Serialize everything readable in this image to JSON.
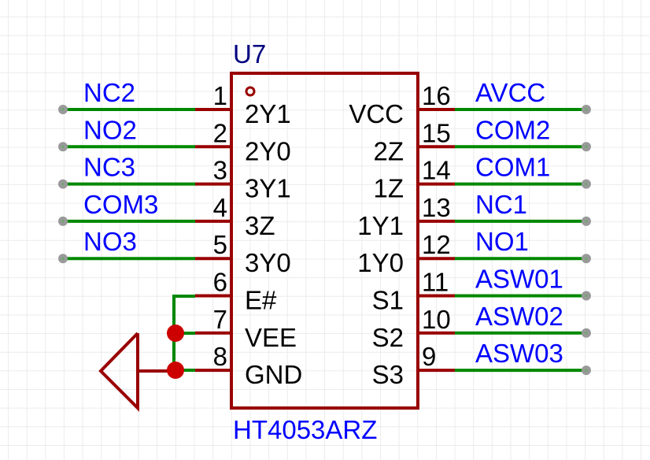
{
  "component": {
    "designator": "U7",
    "part_number": "HT4053ARZ",
    "pin1_marker": "pin-1-indicator-circle"
  },
  "left_pins": [
    {
      "number": "1",
      "name": "2Y1",
      "net": "NC2",
      "wire": "net-port"
    },
    {
      "number": "2",
      "name": "2Y0",
      "net": "NO2",
      "wire": "net-port"
    },
    {
      "number": "3",
      "name": "3Y1",
      "net": "NC3",
      "wire": "net-port"
    },
    {
      "number": "4",
      "name": "3Z",
      "net": "COM3",
      "wire": "net-port"
    },
    {
      "number": "5",
      "name": "3Y0",
      "net": "NO3",
      "wire": "net-port"
    },
    {
      "number": "6",
      "name": "E#",
      "net": "",
      "wire": "to-gnd"
    },
    {
      "number": "7",
      "name": "VEE",
      "net": "",
      "wire": "to-gnd-junction"
    },
    {
      "number": "8",
      "name": "GND",
      "net": "",
      "wire": "to-gnd-junction"
    }
  ],
  "right_pins": [
    {
      "number": "16",
      "name": "VCC",
      "net": "AVCC"
    },
    {
      "number": "15",
      "name": "2Z",
      "net": "COM2"
    },
    {
      "number": "14",
      "name": "1Z",
      "net": "COM1"
    },
    {
      "number": "13",
      "name": "1Y1",
      "net": "NC1"
    },
    {
      "number": "12",
      "name": "1Y0",
      "net": "NO1"
    },
    {
      "number": "11",
      "name": "S1",
      "net": "ASW01"
    },
    {
      "number": "10",
      "name": "S2",
      "net": "ASW02"
    },
    {
      "number": "9",
      "name": "S3",
      "net": "ASW03"
    }
  ],
  "ground_symbol": "ground-triangle-icon",
  "colors": {
    "component_outline": "#990000",
    "wire": "#008800",
    "junction": "#cc0000",
    "net_label": "#0000ff",
    "designator": "#000080",
    "wire_end": "#999999",
    "grid": "#ececec"
  }
}
